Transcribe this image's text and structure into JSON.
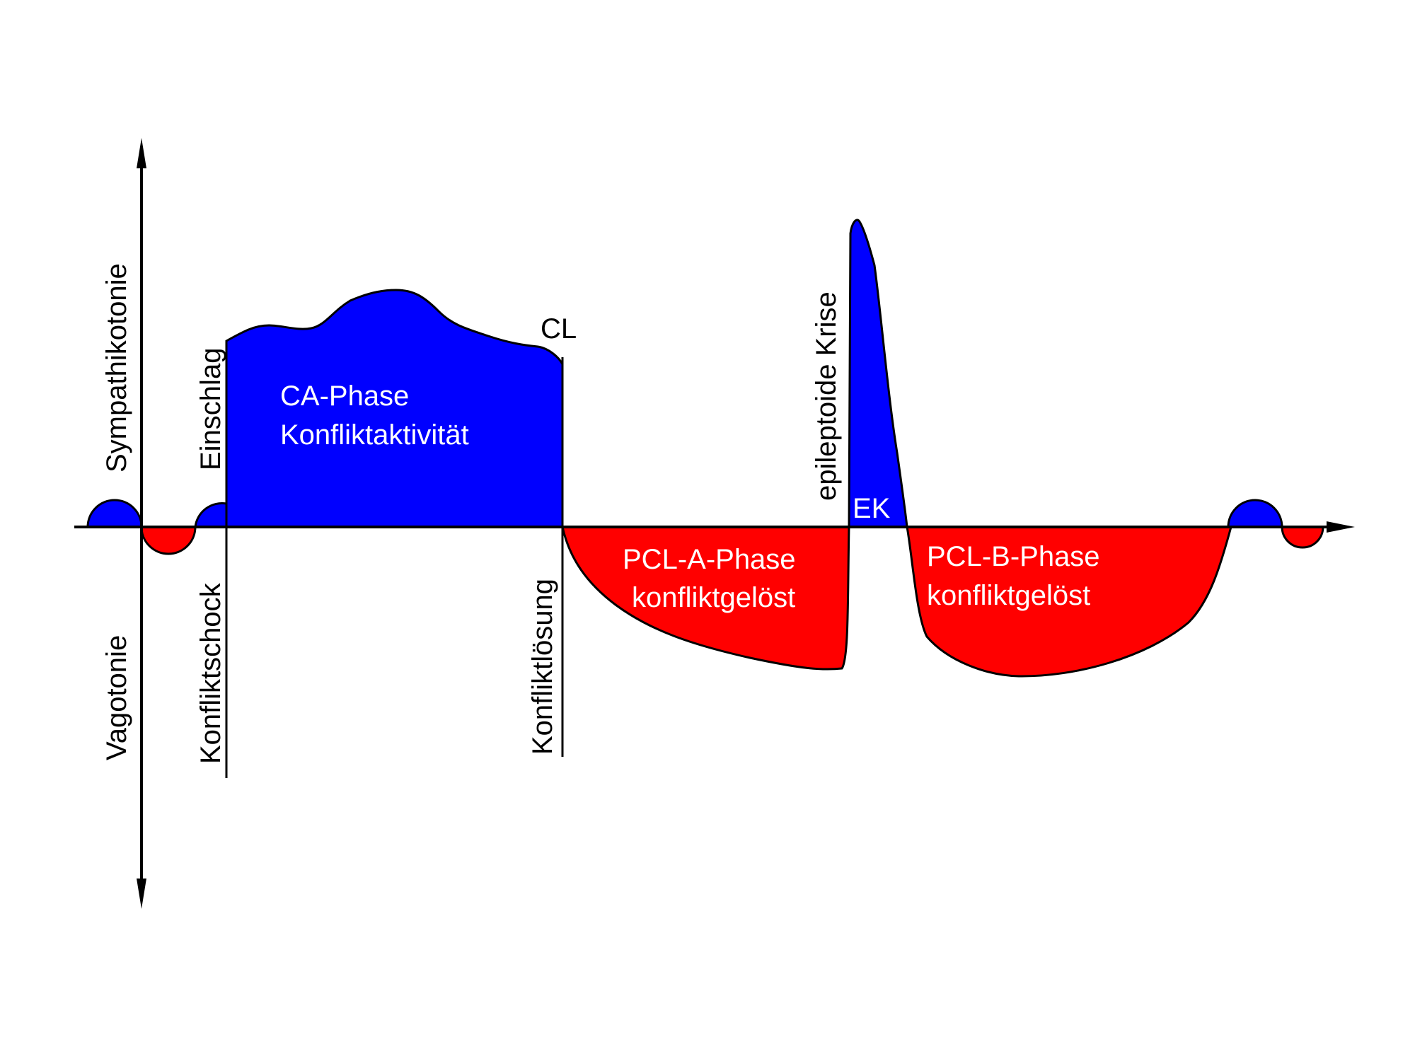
{
  "colors": {
    "sympathicotonia": "#0000ff",
    "vagotonia": "#ff0000",
    "axis": "#000000",
    "background": "#ffffff"
  },
  "axis_labels": {
    "upper": "Sympathikotonie",
    "lower": "Vagotonie"
  },
  "markers": {
    "konfliktschock": "Konfliktschock",
    "einschlag": "Einschlag",
    "konfliktloesung": "Konfliktlösung",
    "cl": "CL",
    "epileptoide_krise": "epileptoide Krise",
    "ek": "EK"
  },
  "phases": {
    "ca": {
      "name": "CA-Phase",
      "description": "Konfliktaktivität"
    },
    "pcl_a": {
      "name": "PCL-A-Phase",
      "description": "konfliktgelöst"
    },
    "pcl_b": {
      "name": "PCL-B-Phase",
      "description": "konfliktgelöst"
    }
  }
}
